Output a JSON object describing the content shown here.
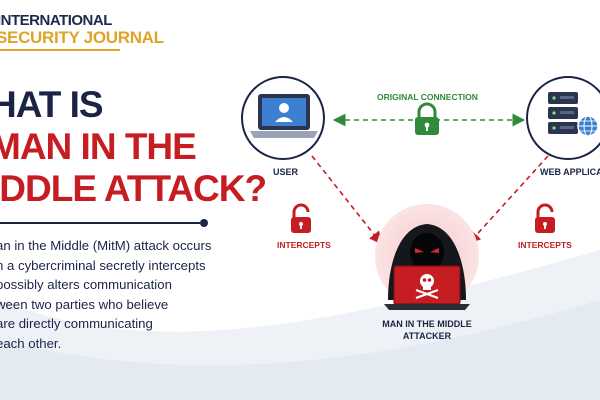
{
  "brand": {
    "line1": "INTERNATIONAL",
    "line2": "SECURITY JOURNAL"
  },
  "headline": {
    "line1": "HAT IS",
    "line2": "MAN IN THE",
    "line3": "IDDLE ATTACK?"
  },
  "description": {
    "lines": [
      "an in the Middle (MitM) attack occurs",
      "n a cybercriminal secretly intercepts",
      "possibly alters communication",
      "ween two parties who believe",
      "are directly communicating",
      "each other."
    ]
  },
  "diagram": {
    "user_label": "USER",
    "server_label": "WEB APPLICAT",
    "connection_label": "ORIGINAL CONNECTION",
    "intercepts_left": "INTERCEPTS",
    "intercepts_right": "INTERCEPTS",
    "attacker_line1": "MAN IN THE MIDDLE",
    "attacker_line2": "ATTACKER"
  },
  "colors": {
    "navy": "#1b2447",
    "red": "#c51d21",
    "green": "#2f8a3a",
    "gold": "#e0a328"
  }
}
